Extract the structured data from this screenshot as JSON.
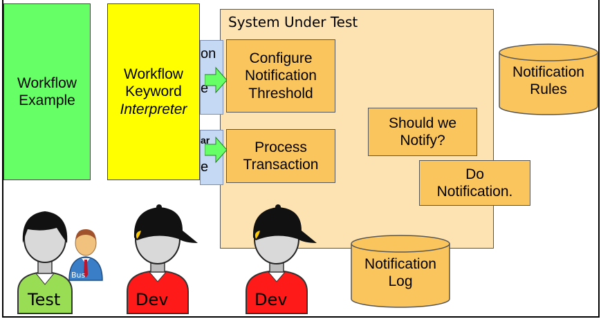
{
  "workflow_example": {
    "line1": "Workflow",
    "line2": "Example"
  },
  "interpreter": {
    "line1": "Workflow",
    "line2": "Keyword",
    "line3": "Interpreter"
  },
  "fixture_fragments": {
    "top": "on",
    "top2": "e",
    "bottom": "ar",
    "bottom2": "e"
  },
  "system_under_test": {
    "title": "System Under Test",
    "configure": {
      "line1": "Configure",
      "line2": "Notification",
      "line3": "Threshold"
    },
    "process": {
      "line1": "Process",
      "line2": "Transaction"
    },
    "should_notify": {
      "line1": "Should we",
      "line2": "Notify?"
    },
    "do_notification": {
      "line1": "Do",
      "line2": "Notification."
    }
  },
  "rules_db": {
    "line1": "Notification",
    "line2": "Rules"
  },
  "log_db": {
    "line1": "Notification",
    "line2": "Log"
  },
  "people": {
    "tester": "Test",
    "business": "Bus",
    "dev1": "Dev",
    "dev2": "Dev"
  },
  "colors": {
    "example_green": "#66ff66",
    "interpreter_yellow": "#ffff00",
    "fixture_blue": "#c5d9f5",
    "sut_background": "#fde3b2",
    "step_orange": "#fbc55e",
    "dev_red": "#ff1a1a",
    "tester_green": "#99dd55"
  }
}
